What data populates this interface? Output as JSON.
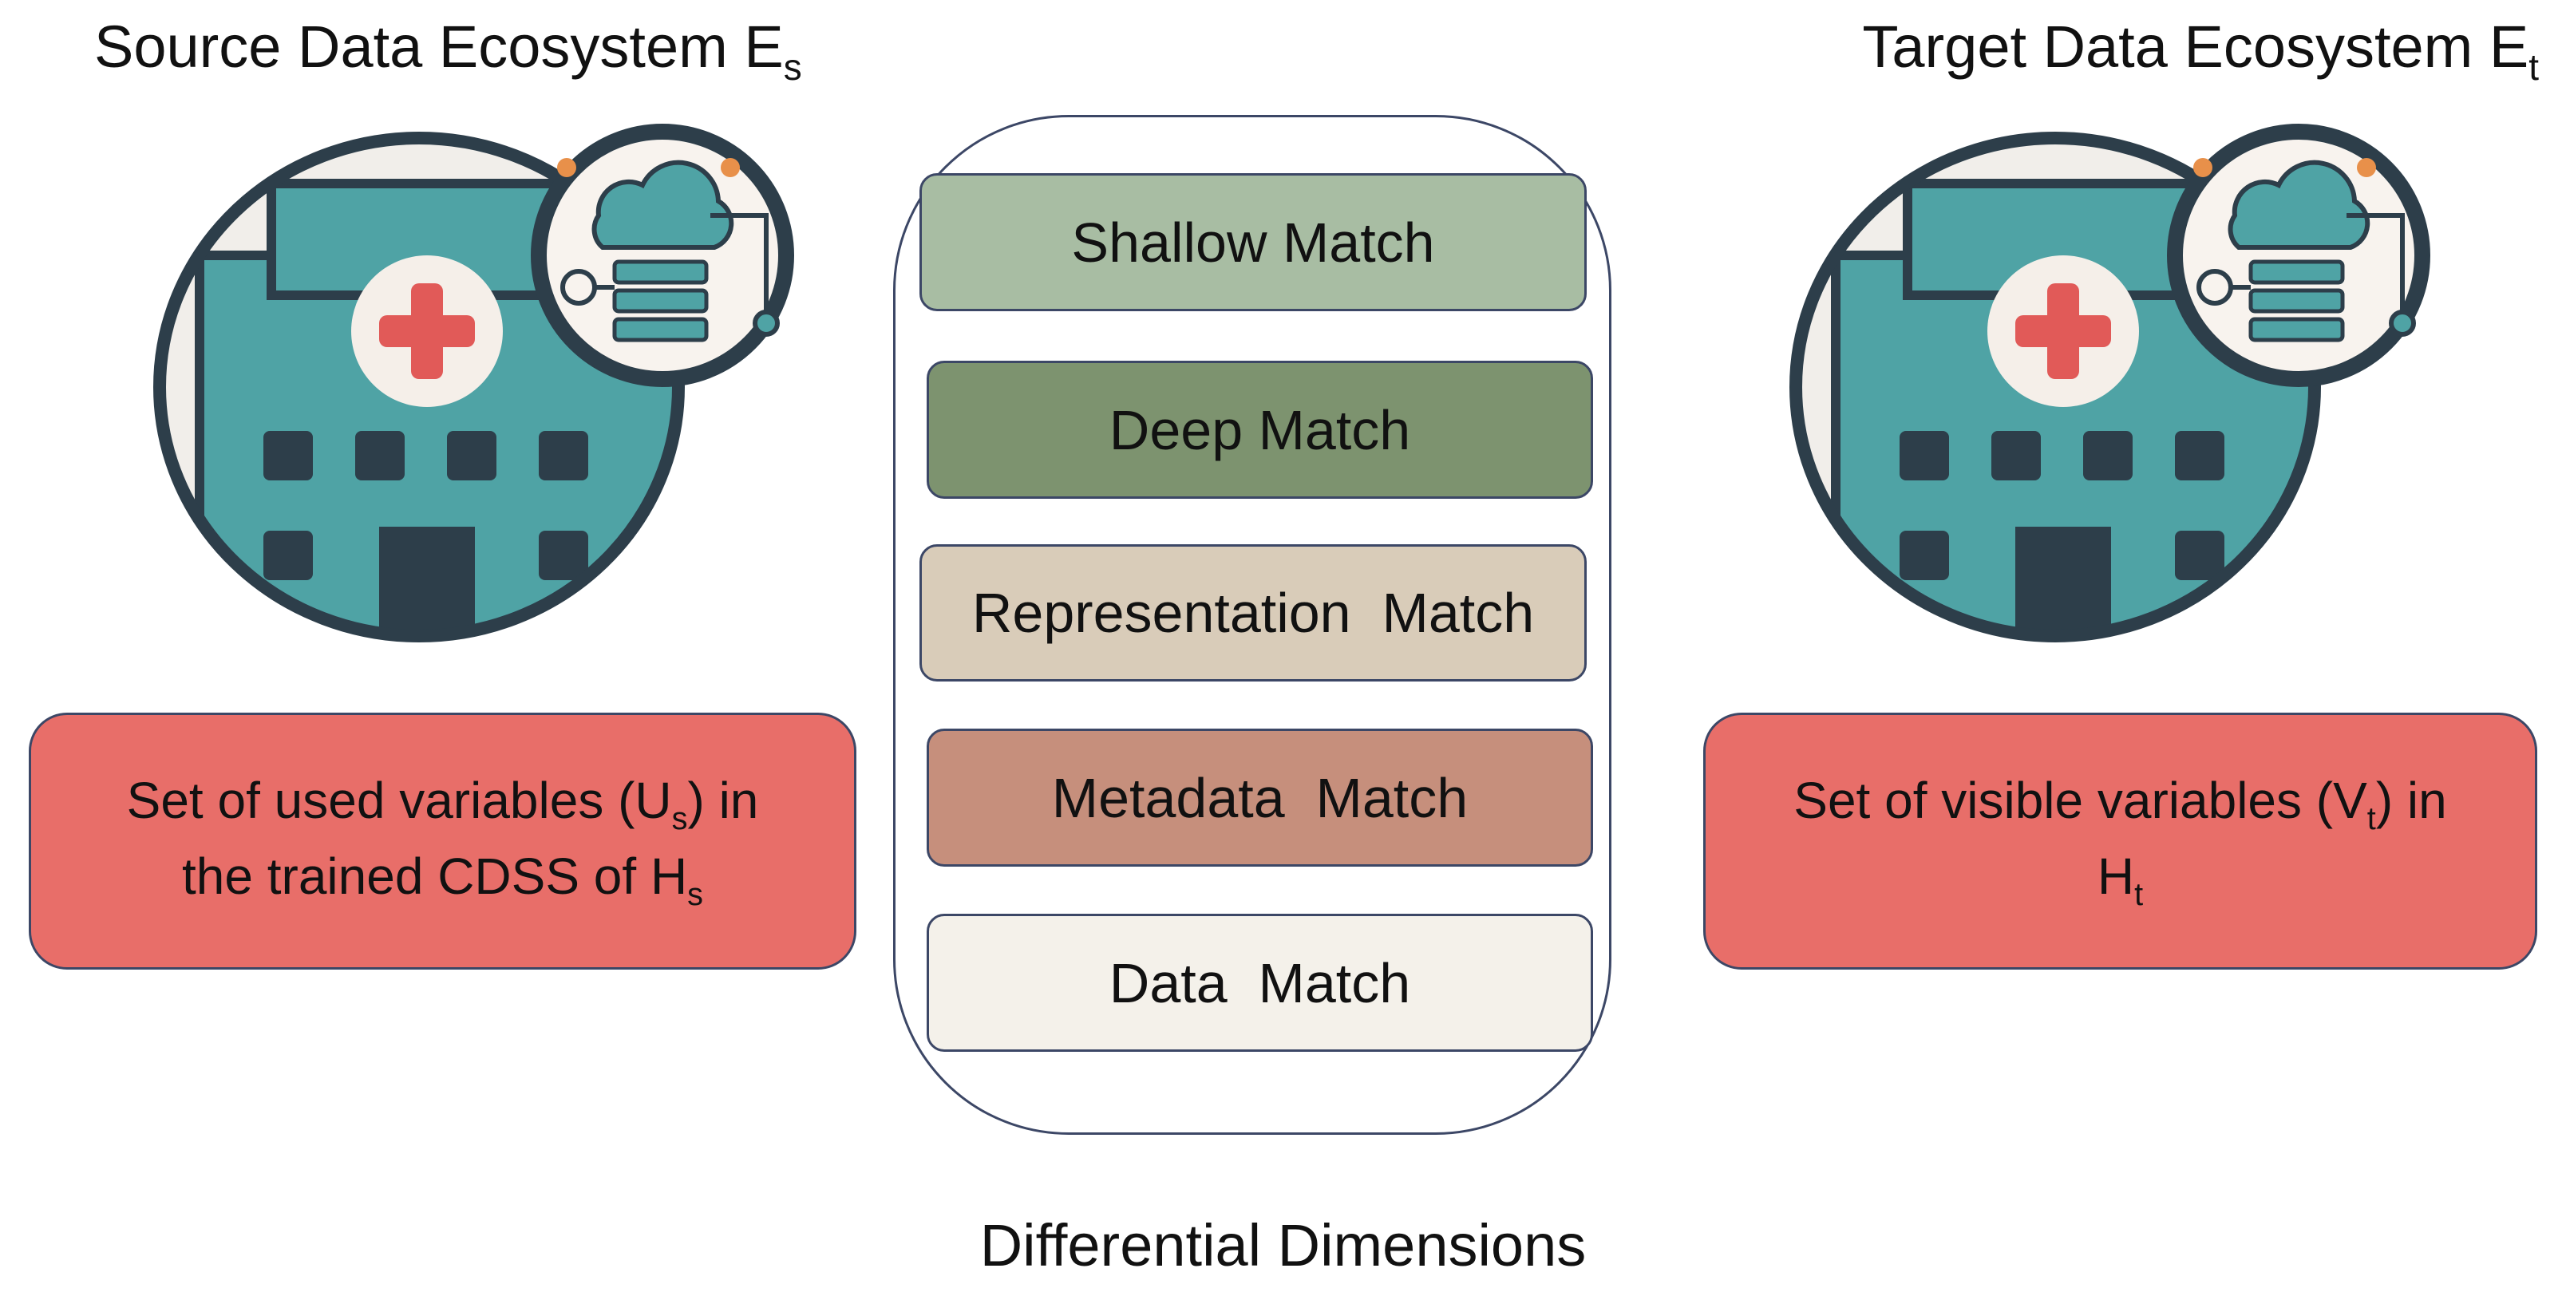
{
  "source": {
    "title_main": "Source Data Ecosystem E",
    "title_sub": "s",
    "box": {
      "line1_pre": "Set of used variables (U",
      "line1_sub": "s",
      "line1_post": ") in",
      "line2_pre": "the trained CDSS of H",
      "line2_sub": "s"
    }
  },
  "target": {
    "title_main": "Target Data Ecosystem E",
    "title_sub": "t",
    "box": {
      "line1_pre": "Set of visible variables (V",
      "line1_sub": "t",
      "line1_post": ") in",
      "line2_pre": "H",
      "line2_sub": "t"
    }
  },
  "dimensions": {
    "label": "Differential Dimensions",
    "items": [
      "Shallow Match",
      "Deep Match",
      "Representation  Match",
      "Metadata  Match",
      "Data  Match"
    ]
  },
  "colors": {
    "variable_box": "#E86E69",
    "shallow": "#A8BDA3",
    "deep": "#7D936F",
    "representation": "#D9CCB9",
    "metadata": "#C68F7C",
    "data": "#F4F1EA",
    "building": "#4FA3A5",
    "building_dark": "#2D3E4A",
    "cross": "#E15A58",
    "outline": "#3c4766"
  },
  "icons": [
    "hospital-icon",
    "cloud-database-icon"
  ]
}
